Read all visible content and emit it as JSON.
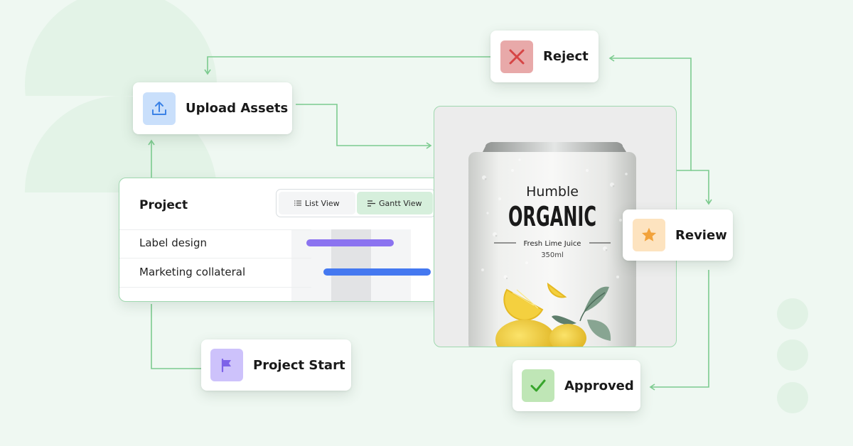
{
  "cards": {
    "reject": {
      "label": "Reject",
      "icon": "x-icon",
      "color": "#e8a9a9",
      "icon_color": "#d64545"
    },
    "upload": {
      "label": "Upload Assets",
      "icon": "upload-icon",
      "color": "#c9dffb",
      "icon_color": "#3b82e6"
    },
    "review": {
      "label": "Review",
      "icon": "star-icon",
      "color": "#fde3bf",
      "icon_color": "#f2a23a"
    },
    "project_start": {
      "label": "Project Start",
      "icon": "flag-icon",
      "color": "#cdc2fb",
      "icon_color": "#7d62e8"
    },
    "approved": {
      "label": "Approved",
      "icon": "check-icon",
      "color": "#bfe6b6",
      "icon_color": "#38a52c"
    }
  },
  "project": {
    "title": "Project",
    "view_toggle": {
      "list_label": "List View",
      "gantt_label": "Gantt View",
      "selected": "Gantt View"
    },
    "tasks": [
      {
        "name": "Label design",
        "color": "#8b73f0"
      },
      {
        "name": "Marketing collateral",
        "color": "#4478f0"
      }
    ]
  },
  "product": {
    "brand_line1": "Humble",
    "brand_line2": "ORGANIC",
    "flavor": "Fresh Lime Juice",
    "volume": "350ml"
  },
  "colors": {
    "connector": "#7ccb8f",
    "background": "#eff8f2",
    "accent_border": "#9fd8af"
  }
}
